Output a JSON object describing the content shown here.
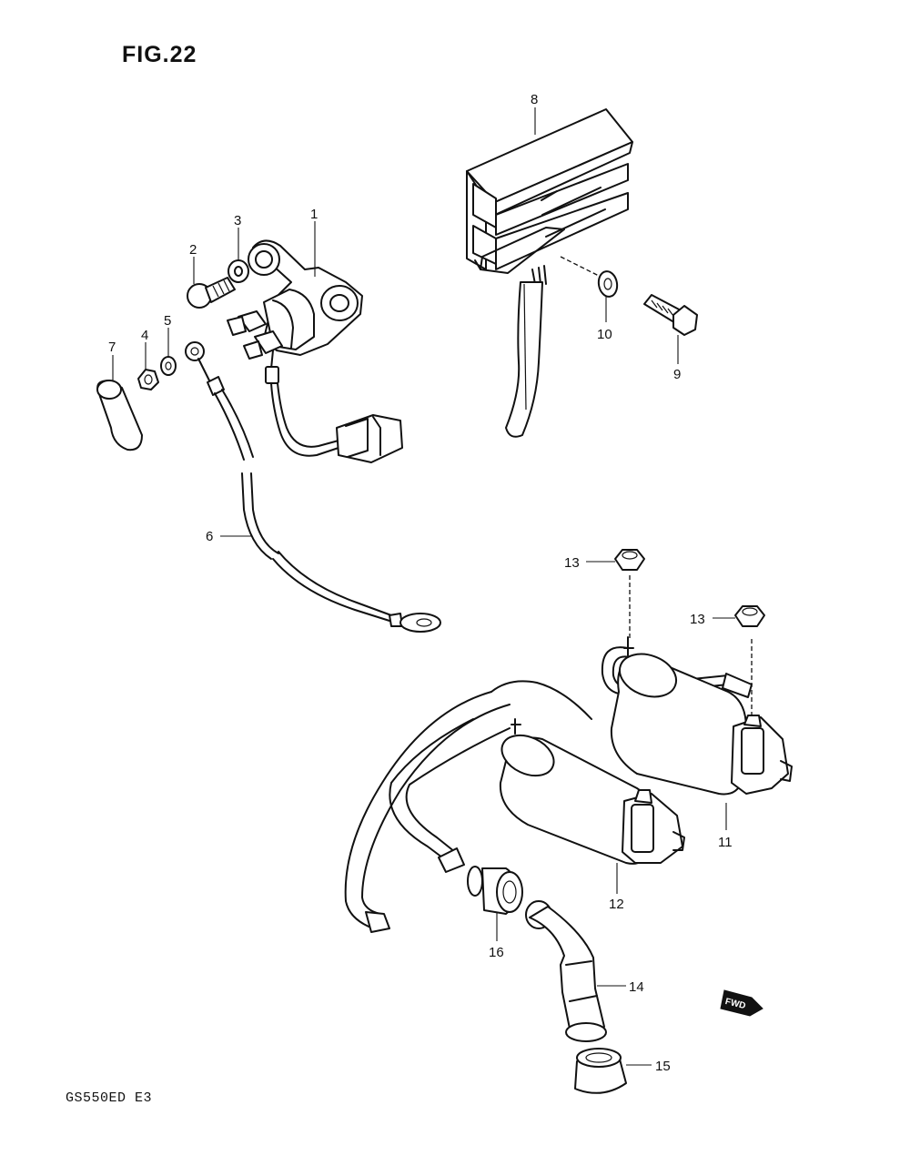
{
  "figure": {
    "title": "FIG.22",
    "model_code": "GS550ED  E3"
  },
  "callouts": [
    {
      "id": "c1",
      "label": "1"
    },
    {
      "id": "c2",
      "label": "2"
    },
    {
      "id": "c3",
      "label": "3"
    },
    {
      "id": "c4",
      "label": "4"
    },
    {
      "id": "c5",
      "label": "5"
    },
    {
      "id": "c6",
      "label": "6"
    },
    {
      "id": "c7",
      "label": "7"
    },
    {
      "id": "c8",
      "label": "8"
    },
    {
      "id": "c9",
      "label": "9"
    },
    {
      "id": "c10",
      "label": "10"
    },
    {
      "id": "c11",
      "label": "11"
    },
    {
      "id": "c12",
      "label": "12"
    },
    {
      "id": "c13a",
      "label": "13"
    },
    {
      "id": "c13b",
      "label": "13"
    },
    {
      "id": "c14",
      "label": "14"
    },
    {
      "id": "c15",
      "label": "15"
    },
    {
      "id": "c16",
      "label": "16"
    }
  ],
  "direction_marker": {
    "label": "FWD",
    "icon": "forward-arrow-icon"
  }
}
